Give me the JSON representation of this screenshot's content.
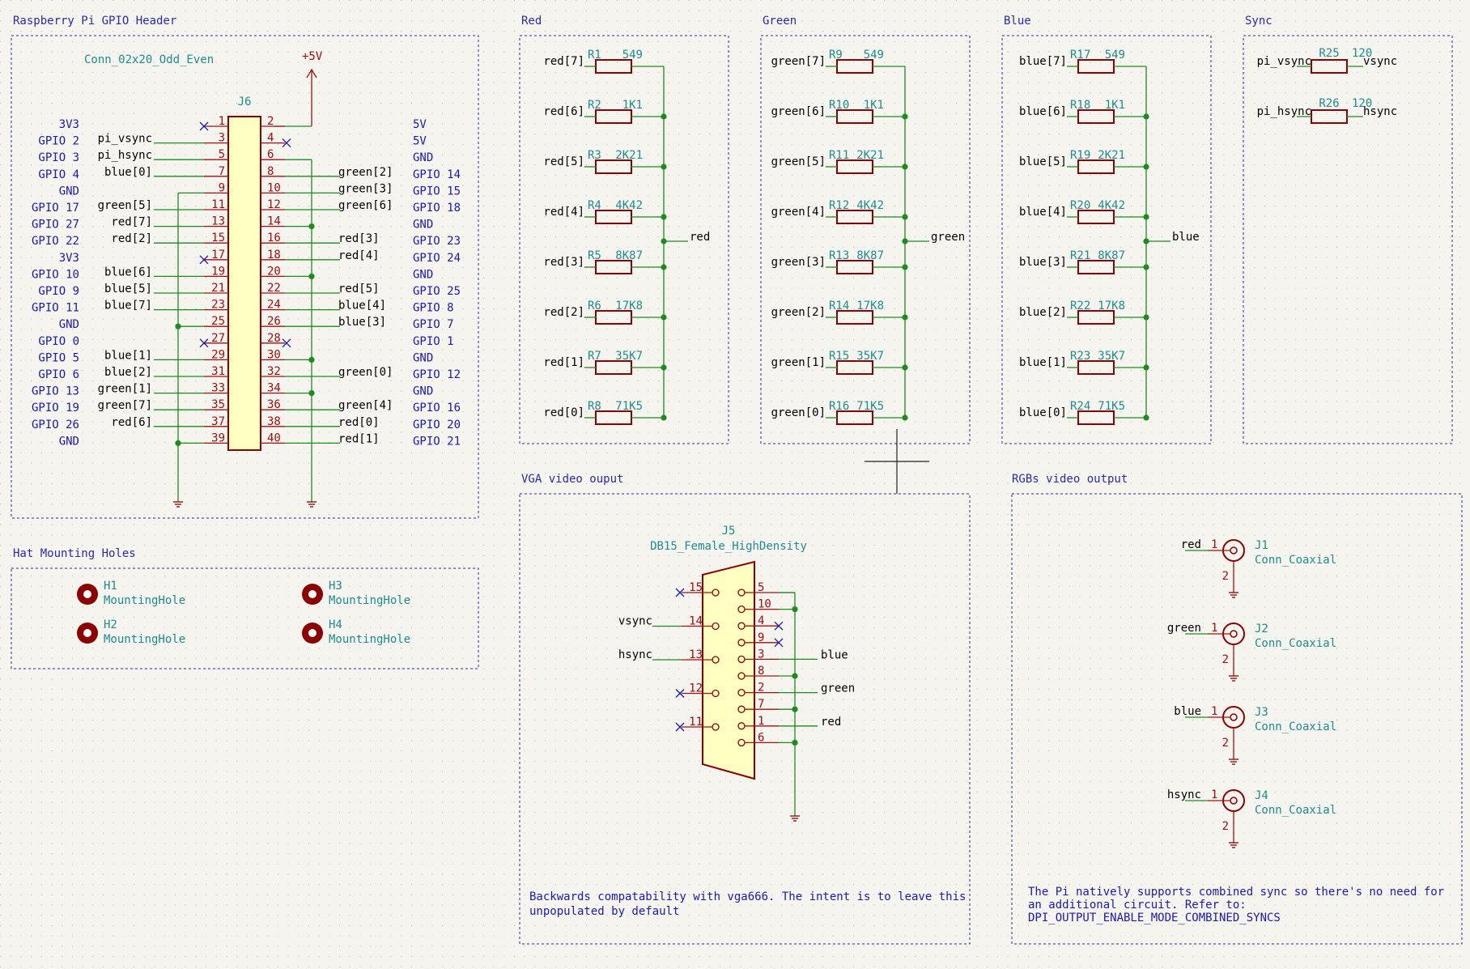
{
  "colors": {
    "background": "#f5f4ef",
    "wire": "#1f8a1f",
    "body": "#8b0000",
    "fill": "#ffffc2",
    "pin": "#a01010",
    "ref": "#1f8c8c",
    "label": "#000000",
    "note": "#1a1ab0",
    "frame": "#2a2aa8",
    "nc": "#1a1ab0"
  },
  "sections": {
    "gpio": "Raspberry Pi GPIO Header",
    "holes": "Hat Mounting Holes",
    "red": "Red",
    "green": "Green",
    "blue": "Blue",
    "sync": "Sync",
    "vga": "VGA video ouput",
    "rgbs": "RGBs video output"
  },
  "header": {
    "ref": "J6",
    "value": "Conn_02x20_Odd_Even",
    "power": "+5V",
    "rows": [
      {
        "l": "3V3",
        "ln": "",
        "op": "1",
        "ep": "2",
        "rn": "",
        "r": "5V"
      },
      {
        "l": "GPIO 2",
        "ln": "pi_vsync",
        "op": "3",
        "ep": "4",
        "rn": "",
        "r": "5V"
      },
      {
        "l": "GPIO 3",
        "ln": "pi_hsync",
        "op": "5",
        "ep": "6",
        "rn": "",
        "r": "GND"
      },
      {
        "l": "GPIO 4",
        "ln": "blue[0]",
        "op": "7",
        "ep": "8",
        "rn": "green[2]",
        "r": "GPIO 14"
      },
      {
        "l": "GND",
        "ln": "",
        "op": "9",
        "ep": "10",
        "rn": "green[3]",
        "r": "GPIO 15"
      },
      {
        "l": "GPIO 17",
        "ln": "green[5]",
        "op": "11",
        "ep": "12",
        "rn": "green[6]",
        "r": "GPIO 18"
      },
      {
        "l": "GPIO 27",
        "ln": "red[7]",
        "op": "13",
        "ep": "14",
        "rn": "",
        "r": "GND"
      },
      {
        "l": "GPIO 22",
        "ln": "red[2]",
        "op": "15",
        "ep": "16",
        "rn": "red[3]",
        "r": "GPIO 23"
      },
      {
        "l": "3V3",
        "ln": "",
        "op": "17",
        "ep": "18",
        "rn": "red[4]",
        "r": "GPIO 24"
      },
      {
        "l": "GPIO 10",
        "ln": "blue[6]",
        "op": "19",
        "ep": "20",
        "rn": "",
        "r": "GND"
      },
      {
        "l": "GPIO 9",
        "ln": "blue[5]",
        "op": "21",
        "ep": "22",
        "rn": "red[5]",
        "r": "GPIO 25"
      },
      {
        "l": "GPIO 11",
        "ln": "blue[7]",
        "op": "23",
        "ep": "24",
        "rn": "blue[4]",
        "r": "GPIO 8"
      },
      {
        "l": "GND",
        "ln": "",
        "op": "25",
        "ep": "26",
        "rn": "blue[3]",
        "r": "GPIO 7"
      },
      {
        "l": "GPIO 0",
        "ln": "",
        "op": "27",
        "ep": "28",
        "rn": "",
        "r": "GPIO 1"
      },
      {
        "l": "GPIO 5",
        "ln": "blue[1]",
        "op": "29",
        "ep": "30",
        "rn": "",
        "r": "GND"
      },
      {
        "l": "GPIO 6",
        "ln": "blue[2]",
        "op": "31",
        "ep": "32",
        "rn": "green[0]",
        "r": "GPIO 12"
      },
      {
        "l": "GPIO 13",
        "ln": "green[1]",
        "op": "33",
        "ep": "34",
        "rn": "",
        "r": "GND"
      },
      {
        "l": "GPIO 19",
        "ln": "green[7]",
        "op": "35",
        "ep": "36",
        "rn": "green[4]",
        "r": "GPIO 16"
      },
      {
        "l": "GPIO 26",
        "ln": "red[6]",
        "op": "37",
        "ep": "38",
        "rn": "red[0]",
        "r": "GPIO 20"
      },
      {
        "l": "GND",
        "ln": "",
        "op": "39",
        "ep": "40",
        "rn": "red[1]",
        "r": "GPIO 21"
      }
    ]
  },
  "holes": [
    {
      "ref": "H1",
      "value": "MountingHole"
    },
    {
      "ref": "H2",
      "value": "MountingHole"
    },
    {
      "ref": "H3",
      "value": "MountingHole"
    },
    {
      "ref": "H4",
      "value": "MountingHole"
    }
  ],
  "dac": [
    {
      "net": "red",
      "resistors": [
        {
          "ref": "R1",
          "value": "549",
          "label": "red[7]"
        },
        {
          "ref": "R2",
          "value": "1K1",
          "label": "red[6]"
        },
        {
          "ref": "R3",
          "value": "2K21",
          "label": "red[5]"
        },
        {
          "ref": "R4",
          "value": "4K42",
          "label": "red[4]"
        },
        {
          "ref": "R5",
          "value": "8K87",
          "label": "red[3]"
        },
        {
          "ref": "R6",
          "value": "17K8",
          "label": "red[2]"
        },
        {
          "ref": "R7",
          "value": "35K7",
          "label": "red[1]"
        },
        {
          "ref": "R8",
          "value": "71K5",
          "label": "red[0]"
        }
      ]
    },
    {
      "net": "green",
      "resistors": [
        {
          "ref": "R9",
          "value": "549",
          "label": "green[7]"
        },
        {
          "ref": "R10",
          "value": "1K1",
          "label": "green[6]"
        },
        {
          "ref": "R11",
          "value": "2K21",
          "label": "green[5]"
        },
        {
          "ref": "R12",
          "value": "4K42",
          "label": "green[4]"
        },
        {
          "ref": "R13",
          "value": "8K87",
          "label": "green[3]"
        },
        {
          "ref": "R14",
          "value": "17K8",
          "label": "green[2]"
        },
        {
          "ref": "R15",
          "value": "35K7",
          "label": "green[1]"
        },
        {
          "ref": "R16",
          "value": "71K5",
          "label": "green[0]"
        }
      ]
    },
    {
      "net": "blue",
      "resistors": [
        {
          "ref": "R17",
          "value": "549",
          "label": "blue[7]"
        },
        {
          "ref": "R18",
          "value": "1K1",
          "label": "blue[6]"
        },
        {
          "ref": "R19",
          "value": "2K21",
          "label": "blue[5]"
        },
        {
          "ref": "R20",
          "value": "4K42",
          "label": "blue[4]"
        },
        {
          "ref": "R21",
          "value": "8K87",
          "label": "blue[3]"
        },
        {
          "ref": "R22",
          "value": "17K8",
          "label": "blue[2]"
        },
        {
          "ref": "R23",
          "value": "35K7",
          "label": "blue[1]"
        },
        {
          "ref": "R24",
          "value": "71K5",
          "label": "blue[0]"
        }
      ]
    }
  ],
  "sync": [
    {
      "ref": "R25",
      "value": "120",
      "in": "pi_vsync",
      "out": "vsync"
    },
    {
      "ref": "R26",
      "value": "120",
      "in": "pi_hsync",
      "out": "hsync"
    }
  ],
  "vga": {
    "ref": "J5",
    "value": "DB15_Female_HighDensity",
    "left_pins": [
      {
        "pin": "15",
        "net": "",
        "nc": true
      },
      {
        "pin": "14",
        "net": "vsync",
        "nc": false
      },
      {
        "pin": "13",
        "net": "hsync",
        "nc": false
      },
      {
        "pin": "12",
        "net": "",
        "nc": true
      },
      {
        "pin": "11",
        "net": "",
        "nc": true
      }
    ],
    "right_pins": [
      {
        "pin": "5",
        "net": "",
        "type": "gnd"
      },
      {
        "pin": "10",
        "net": "",
        "type": "gnd"
      },
      {
        "pin": "4",
        "net": "",
        "type": "nc"
      },
      {
        "pin": "9",
        "net": "",
        "type": "nc"
      },
      {
        "pin": "3",
        "net": "blue",
        "type": "sig"
      },
      {
        "pin": "8",
        "net": "",
        "type": "gnd"
      },
      {
        "pin": "2",
        "net": "green",
        "type": "sig"
      },
      {
        "pin": "7",
        "net": "",
        "type": "gnd"
      },
      {
        "pin": "1",
        "net": "red",
        "type": "sig"
      },
      {
        "pin": "6",
        "net": "",
        "type": "gnd"
      }
    ],
    "note_line1": "Backwards compatability with vga666. The intent is to leave this",
    "note_line2": "unpopulated by default"
  },
  "rgbs": {
    "coax": [
      {
        "ref": "J1",
        "value": "Conn_Coaxial",
        "net": "red",
        "pin1": "1",
        "pin2": "2"
      },
      {
        "ref": "J2",
        "value": "Conn_Coaxial",
        "net": "green",
        "pin1": "1",
        "pin2": "2"
      },
      {
        "ref": "J3",
        "value": "Conn_Coaxial",
        "net": "blue",
        "pin1": "1",
        "pin2": "2"
      },
      {
        "ref": "J4",
        "value": "Conn_Coaxial",
        "net": "hsync",
        "pin1": "1",
        "pin2": "2"
      }
    ],
    "note_line1": "The Pi natively supports combined sync so there's no need for",
    "note_line2": "an additional circuit. Refer to:",
    "note_line3": "DPI_OUTPUT_ENABLE_MODE_COMBINED_SYNCS"
  }
}
